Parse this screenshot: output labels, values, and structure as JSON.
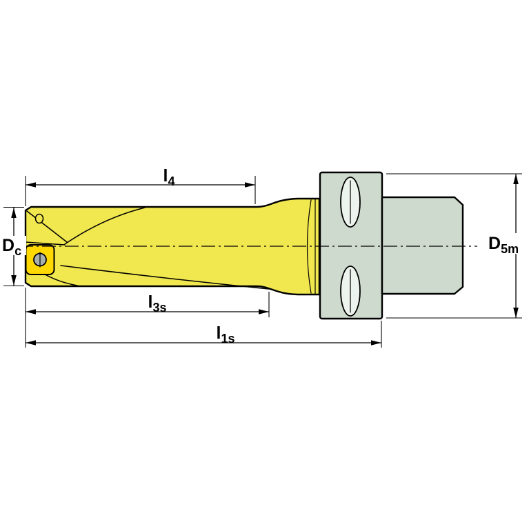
{
  "colors": {
    "background": "#FFFFFF",
    "body": "#F1E74F",
    "insert": "#FFD800",
    "screw": "#A8AFAF",
    "shank": "#CEDACE",
    "slot": "#EDF3ED",
    "outline": "#000000",
    "dimension": "#000000"
  },
  "dimensions": {
    "l4": {
      "main": "l",
      "sub": "4"
    },
    "l3s": {
      "main": "l",
      "sub": "3s"
    },
    "l1s": {
      "main": "l",
      "sub": "1s"
    },
    "dc": {
      "main": "D",
      "sub": "c"
    },
    "d5m": {
      "main": "D",
      "sub": "5m"
    }
  }
}
